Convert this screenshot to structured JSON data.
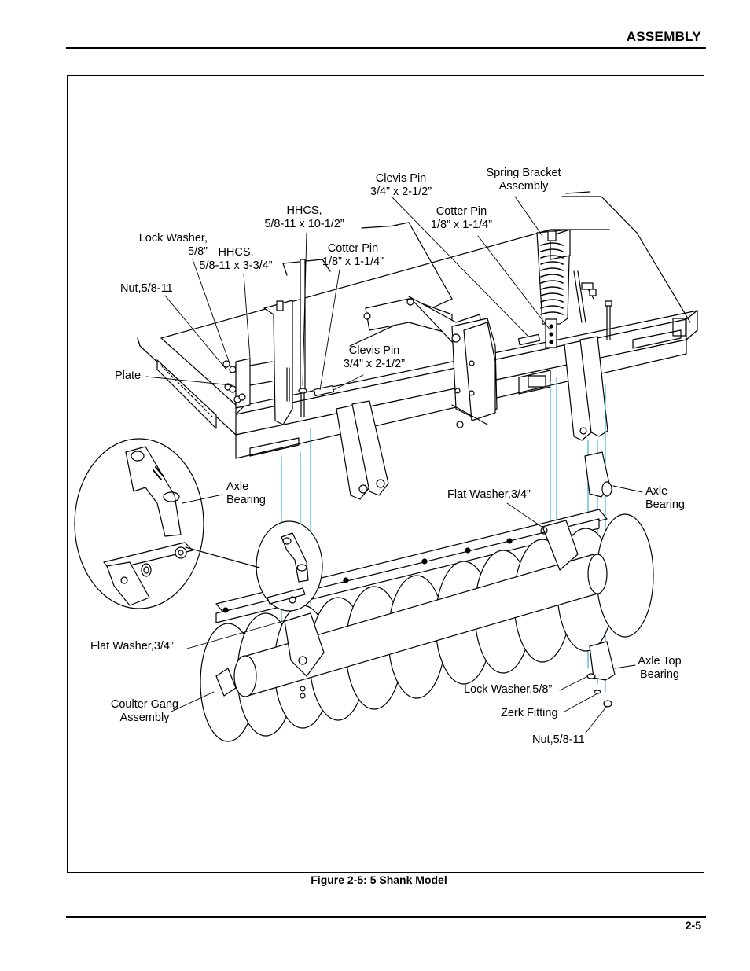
{
  "header": {
    "section": "ASSEMBLY"
  },
  "figure": {
    "caption": "Figure 2-5:  5 Shank Model",
    "labels": {
      "clevis_pin_top": "Clevis Pin\n3/4” x 2-1/2”",
      "spring_bracket": "Spring Bracket\nAssembly",
      "hhcs_long": "HHCS,\n5/8-11 x 10-1/2”",
      "cotter_pin_right": "Cotter Pin\n1/8” x 1-1/4”",
      "lock_washer_top": "Lock Washer,\n5/8”",
      "hhcs_short": "HHCS,\n5/8-11 x 3-3/4”",
      "cotter_pin_mid": "Cotter Pin\n1/8” x 1-1/4”",
      "nut_top": "Nut,5/8-11",
      "clevis_pin_mid": "Clevis Pin\n3/4” x 2-1/2”",
      "plate": "Plate",
      "axle_bearing_left": "Axle\nBearing",
      "flat_washer_right": "Flat Washer,3/4”",
      "axle_bearing_right": "Axle\nBearing",
      "flat_washer_left": "Flat Washer,3/4”",
      "axle_top_bearing": "Axle Top\nBearing",
      "lock_washer_bottom": "Lock Washer,5/8”",
      "coulter_gang": "Coulter Gang\nAssembly",
      "zerk_fitting": "Zerk Fitting",
      "nut_bottom": "Nut,5/8-11"
    }
  },
  "footer": {
    "page_number": "2-5"
  },
  "colors": {
    "ink": "#000000",
    "leader_blue": "#1aa3c8"
  }
}
